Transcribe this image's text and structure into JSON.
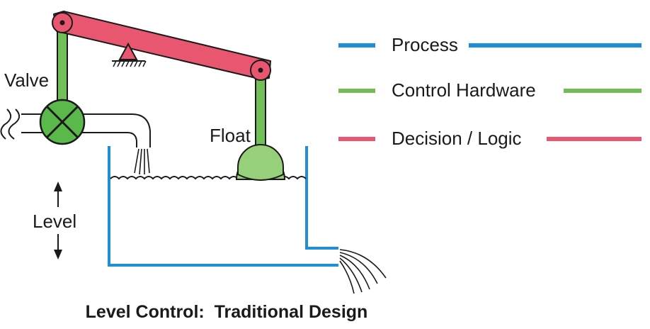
{
  "labels": {
    "valve": "Valve",
    "float": "Float",
    "level": "Level",
    "title": "Level Control:  Traditional Design"
  },
  "legend": [
    {
      "label": "Process",
      "color": "#1e8fd6"
    },
    {
      "label": "Control Hardware",
      "color": "#72bf5a"
    },
    {
      "label": "Decision / Logic",
      "color": "#e8566f"
    }
  ],
  "colors": {
    "process": "#1e8fd6",
    "hardware": "#72bf5a",
    "logic": "#e8566f",
    "valve_fill": "#5bb84a",
    "float_fill": "#96d07a"
  }
}
